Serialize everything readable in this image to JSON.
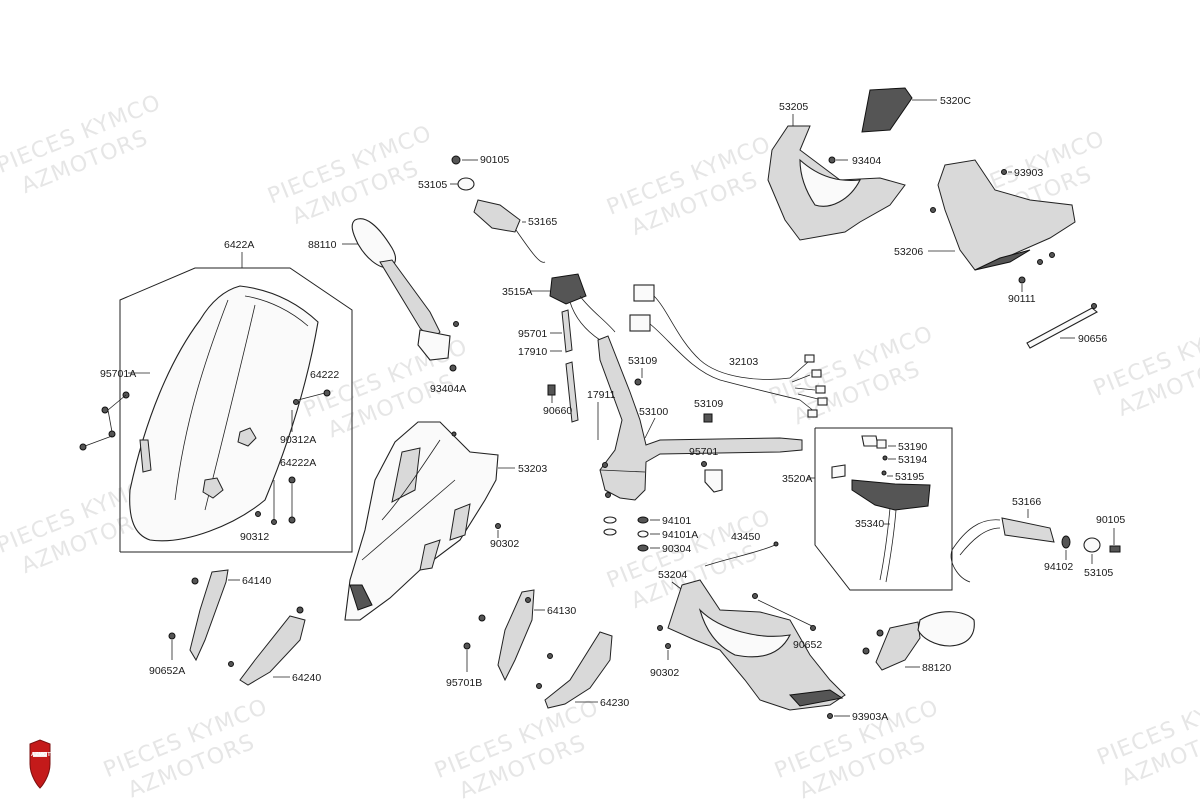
{
  "watermark": {
    "line1": "PIECES KYMCO",
    "line2": "AZMOTORS"
  },
  "logo": {
    "text": "AZMOTORS",
    "color": "#c41a1a"
  },
  "labels": {
    "p6422A": "6422A",
    "p88110": "88110",
    "p90105a": "90105",
    "p53105a": "53105",
    "p53165": "53165",
    "p53205": "53205",
    "p5320C": "5320C",
    "p93404": "93404",
    "p93903": "93903",
    "p53206": "53206",
    "p90111": "90111",
    "p90656": "90656",
    "p3515A": "3515A",
    "p95701a": "95701",
    "p17910": "17910",
    "p53109a": "53109",
    "p32103": "32103",
    "p95701A": "95701A",
    "p64222": "64222",
    "p90312A": "90312A",
    "p64222A": "64222A",
    "p90312": "90312",
    "p93404A": "93404A",
    "p90660": "90660",
    "p17911": "17911",
    "p53100": "53100",
    "p53109b": "53109",
    "p95701b": "95701",
    "p53190": "53190",
    "p53194": "53194",
    "p53195": "53195",
    "p3520A": "3520A",
    "p35340": "35340",
    "p53203": "53203",
    "p90302a": "90302",
    "p94101": "94101",
    "p94101A": "94101A",
    "p90304": "90304",
    "p43450": "43450",
    "p53166": "53166",
    "p90105b": "90105",
    "p94102": "94102",
    "p53105b": "53105",
    "p64140": "64140",
    "p90652A": "90652A",
    "p64240": "64240",
    "p64130": "64130",
    "p95701B": "95701B",
    "p64230": "64230",
    "p53204": "53204",
    "p90302b": "90302",
    "p90652": "90652",
    "p88120": "88120",
    "p93903A": "93903A"
  }
}
